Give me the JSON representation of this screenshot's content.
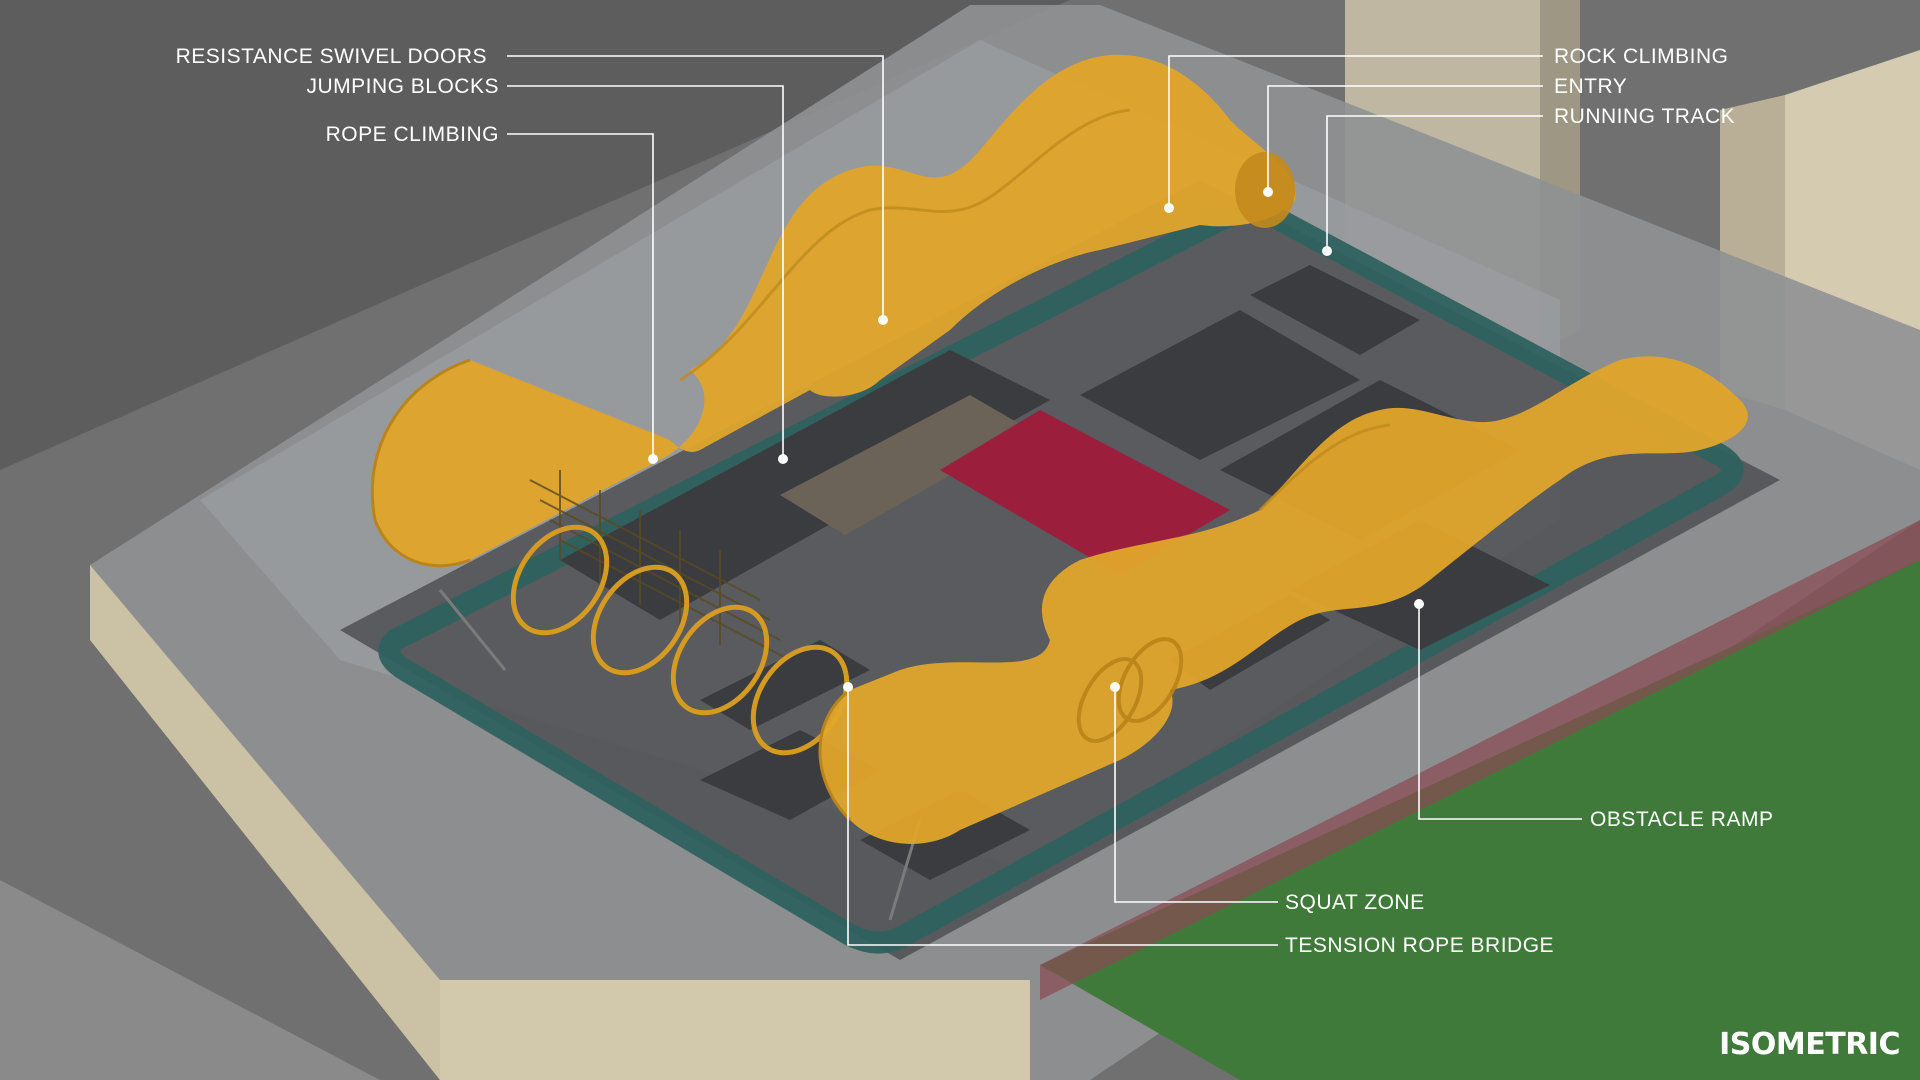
{
  "labels": {
    "resistance_swivel_doors": "RESISTANCE SWIVEL DOORS",
    "jumping_blocks": "JUMPING BLOCKS",
    "rope_climbing": "ROPE CLIMBING",
    "rock_climbing": "ROCK CLIMBING",
    "entry": "ENTRY",
    "running_track": "RUNNING TRACK",
    "obstacle_ramp": "OBSTACLE RAMP",
    "squat_zone": "SQUAT ZONE",
    "tension_rope_bridge": "TESNSION ROPE BRIDGE"
  },
  "view_label": "ISOMETRIC",
  "colors": {
    "ribbon": "#e0a52a",
    "track": "#2e5f5c",
    "red_pad": "#9b1f3c",
    "green_lawn": "#3f7a3a",
    "building": "#cfc4a8",
    "leader": "#ffffff"
  }
}
